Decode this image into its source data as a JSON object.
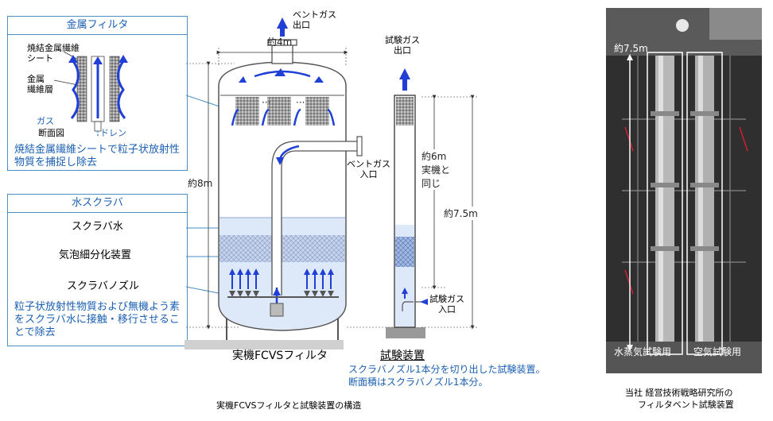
{
  "metal_filter_box": {
    "title": "金属フィルタ",
    "sinter_label": "焼結金属繊維\nシート",
    "fiber_label": "金属\n繊維層",
    "gas_label": "ガス",
    "section_label": "断面図",
    "drain_label": "ドレン",
    "description": "焼結金属繊維シートで粒子状放射性物質を捕捉し除去"
  },
  "scrubber_box": {
    "title": "水スクラバ",
    "water_label": "スクラバ水",
    "bubble_label": "気泡細分化装置",
    "nozzle_label": "スクラバノズル",
    "description": "粒子状放射性物質および無機よう素をスクラバ水に接触・移行させることで除去"
  },
  "fcvs": {
    "vent_out_label": "ベントガス\n出口",
    "width_label": "約4m",
    "height_label": "約8m",
    "vent_in_label": "ベントガス\n入口",
    "caption": "実機FCVSフィルタ"
  },
  "test_device": {
    "gas_out_label": "試験ガス\n出口",
    "section_height_label": "約6m\n実機と\n同じ",
    "height_label": "約7.5m",
    "gas_in_label": "試験ガス\n入口",
    "title": "試験装置",
    "description_line1": "スクラバノズル1本分を切り出した試験装置。",
    "description_line2": "断面積はスクラバノズル1本分。"
  },
  "figure_caption": "実機FCVSフィルタと試験装置の構造",
  "photo": {
    "height_label": "約7.5m",
    "left_label": "水蒸気試験用",
    "right_label": "空気試験用",
    "caption_line1": "当社 経営技術戦略研究所の",
    "caption_line2": "フィルタベント試験装置"
  },
  "colors": {
    "accent_blue": "#1a5fb4",
    "water_light": "#dde8f8",
    "water_mid": "#b9cdee",
    "arrow_blue": "#1f3fd6",
    "photo_dark": "#2e2e2e"
  }
}
